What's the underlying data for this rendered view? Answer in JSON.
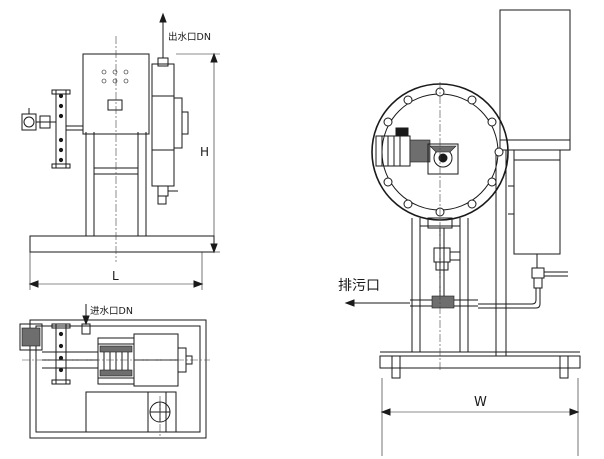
{
  "labels": {
    "outlet": "出水口DN",
    "inlet": "进水口DN",
    "drain": "排污口",
    "height": "H",
    "length": "L",
    "width": "W"
  }
}
